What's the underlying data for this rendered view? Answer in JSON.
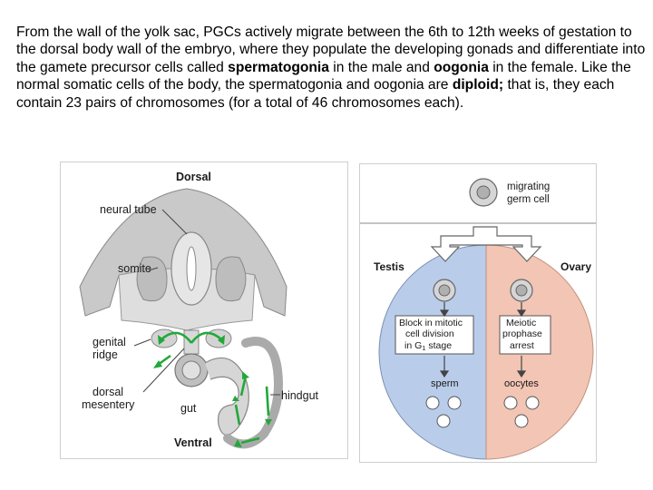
{
  "paragraph": {
    "part1": "From the wall of the yolk sac, PGCs actively migrate between the 6th to 12th weeks of gestation to the dorsal body wall of the embryo, where they populate the developing gonads and differentiate into the gamete precursor cells called ",
    "term1": "spermatogonia",
    "part2": " in the male and ",
    "term2": "oogonia",
    "part3": " in the female. Like the normal somatic cells of the body, the spermatogonia and oogonia are ",
    "term3": "diploid;",
    "part4": " that is, they each contain 23 pairs of chromosomes (for a total of 46 chromosomes each)."
  },
  "left_figure": {
    "dorsal": "Dorsal",
    "neural_tube": "neural tube",
    "somite": "somite",
    "genital_ridge_1": "genital",
    "genital_ridge_2": "ridge",
    "dorsal_mesentery_1": "dorsal",
    "dorsal_mesentery_2": "mesentery",
    "gut": "gut",
    "hindgut": "hindgut",
    "ventral": "Ventral"
  },
  "right_figure": {
    "migrating_1": "migrating",
    "migrating_2": "germ cell",
    "testis": "Testis",
    "ovary": "Ovary",
    "block_1": "Block in mitotic",
    "block_2": "cell division",
    "block_3": "in G",
    "block_sub": "1",
    "block_4": " stage",
    "meiotic_1": "Meiotic",
    "meiotic_2": "prophase",
    "meiotic_3": "arrest",
    "sperm": "sperm",
    "oocytes": "oocytes"
  },
  "colors": {
    "testis_blue": "#b9cdeb",
    "ovary_salmon": "#f2c5b4",
    "arrow_green": "#22a83a",
    "tissue_gray": "#d6d6d6"
  }
}
